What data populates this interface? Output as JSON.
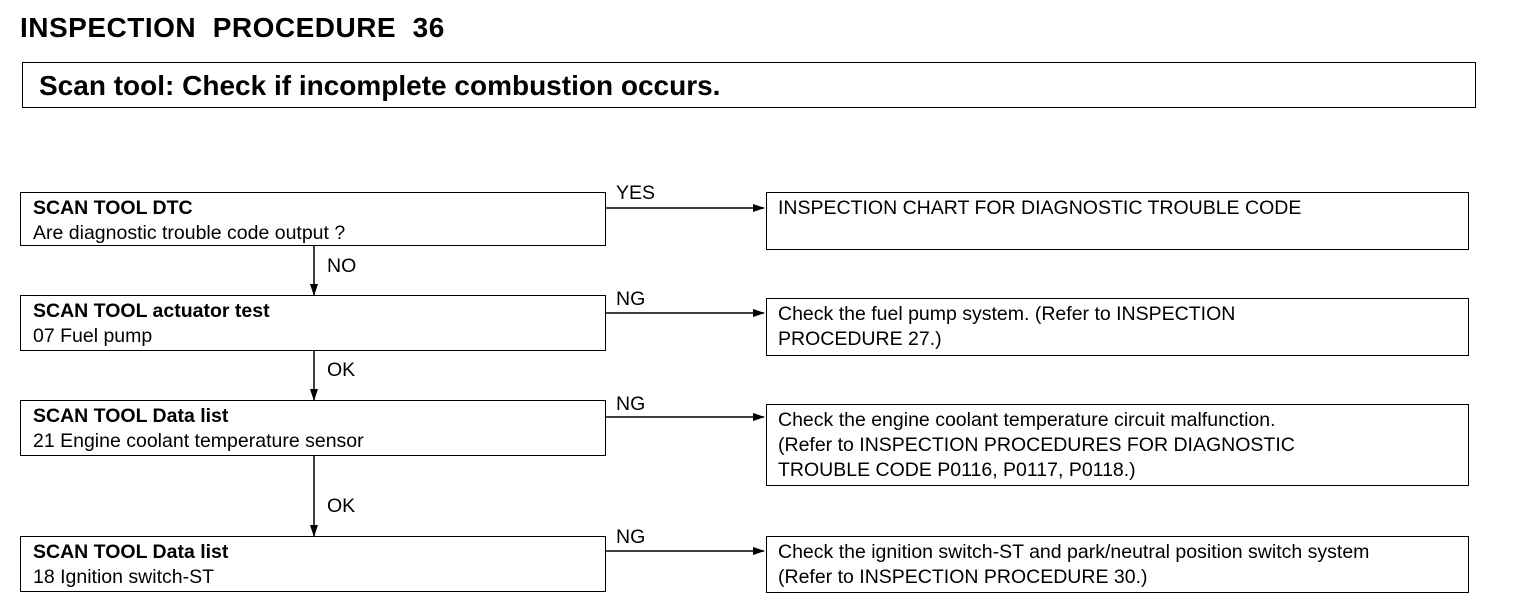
{
  "procedure_title": "INSPECTION  PROCEDURE  36",
  "header": "Scan tool: Check if incomplete combustion occurs.",
  "steps": [
    {
      "title": "SCAN TOOL DTC",
      "detail": "Are diagnostic trouble code output ?",
      "branch_label": "YES",
      "result_lines": [
        "INSPECTION CHART FOR DIAGNOSTIC TROUBLE CODE"
      ],
      "next_label": "NO"
    },
    {
      "title": "SCAN TOOL actuator test",
      "detail": "07 Fuel pump",
      "branch_label": "NG",
      "result_lines": [
        "Check  the  fuel  pump  system.  (Refer  to  INSPECTION",
        "PROCEDURE 27.)"
      ],
      "next_label": "OK"
    },
    {
      "title": "SCAN TOOL Data list",
      "detail": "21 Engine coolant temperature sensor",
      "branch_label": "NG",
      "result_lines": [
        "Check the engine coolant temperature circuit malfunction.",
        "(Refer to INSPECTION PROCEDURES FOR DIAGNOSTIC",
        "TROUBLE  CODE  P0116,  P0117,  P0118.)"
      ],
      "next_label": "OK"
    },
    {
      "title": "SCAN TOOL Data list",
      "detail": "18 Ignition switch-ST",
      "branch_label": "NG",
      "result_lines": [
        "Check the ignition switch-ST and park/neutral position switch system",
        "(Refer to  INSPECTION  PROCEDURE  30.)"
      ]
    }
  ]
}
